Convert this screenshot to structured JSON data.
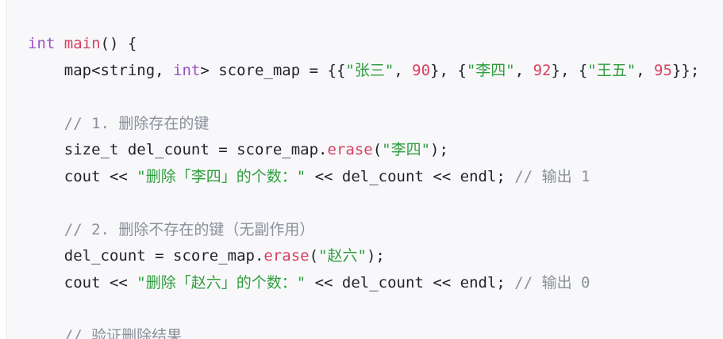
{
  "code": {
    "lines": [
      [
        [
          "kw",
          "int"
        ],
        [
          "txt",
          " "
        ],
        [
          "fn",
          "main"
        ],
        [
          "txt",
          "() {"
        ]
      ],
      [
        [
          "txt",
          "    map<string, "
        ],
        [
          "kw",
          "int"
        ],
        [
          "txt",
          "> score_map = {{"
        ],
        [
          "str",
          "\"张三\""
        ],
        [
          "txt",
          ", "
        ],
        [
          "num",
          "90"
        ],
        [
          "txt",
          "}, {"
        ],
        [
          "str",
          "\"李四\""
        ],
        [
          "txt",
          ", "
        ],
        [
          "num",
          "92"
        ],
        [
          "txt",
          "}, {"
        ],
        [
          "str",
          "\"王五\""
        ],
        [
          "txt",
          ", "
        ],
        [
          "num",
          "95"
        ],
        [
          "txt",
          "}};"
        ]
      ],
      [],
      [
        [
          "txt",
          "    "
        ],
        [
          "cm",
          "// 1. 删除存在的键"
        ]
      ],
      [
        [
          "txt",
          "    size_t del_count = score_map."
        ],
        [
          "fn",
          "erase"
        ],
        [
          "txt",
          "("
        ],
        [
          "str",
          "\"李四\""
        ],
        [
          "txt",
          ");"
        ]
      ],
      [
        [
          "txt",
          "    cout << "
        ],
        [
          "str",
          "\"删除「李四」的个数：\""
        ],
        [
          "txt",
          " << del_count << endl; "
        ],
        [
          "cm",
          "// 输出 1"
        ]
      ],
      [],
      [
        [
          "txt",
          "    "
        ],
        [
          "cm",
          "// 2. 删除不存在的键（无副作用）"
        ]
      ],
      [
        [
          "txt",
          "    del_count = score_map."
        ],
        [
          "fn",
          "erase"
        ],
        [
          "txt",
          "("
        ],
        [
          "str",
          "\"赵六\""
        ],
        [
          "txt",
          ");"
        ]
      ],
      [
        [
          "txt",
          "    cout << "
        ],
        [
          "str",
          "\"删除「赵六」的个数：\""
        ],
        [
          "txt",
          " << del_count << endl; "
        ],
        [
          "cm",
          "// 输出 0"
        ]
      ],
      [],
      [
        [
          "txt",
          "    "
        ],
        [
          "cm",
          "// 验证删除结果"
        ]
      ]
    ]
  }
}
